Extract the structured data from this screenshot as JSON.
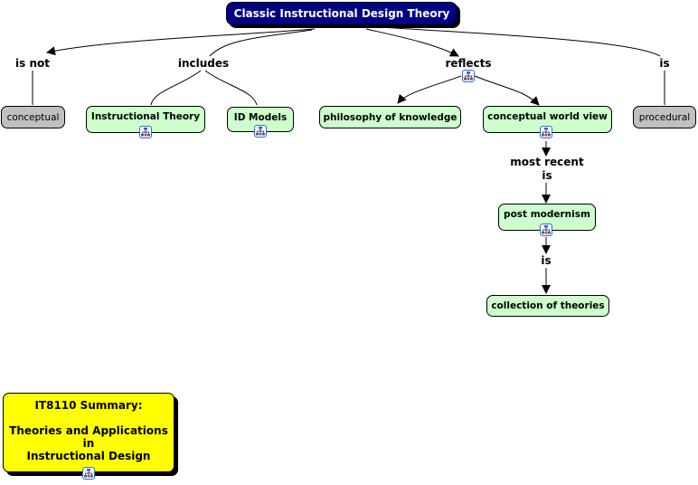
{
  "map": {
    "root": "Classic Instructional Design Theory",
    "concepts": {
      "conceptual": "conceptual",
      "instructional_theory": "Instructional Theory",
      "id_models": "ID Models",
      "philosophy": "philosophy of knowledge",
      "world_view": "conceptual world view",
      "procedural": "procedural",
      "post_modernism": "post modernism",
      "collection": "collection of theories",
      "summary": "IT8110 Summary:\n\nTheories and Applications\nin\nInstructional Design"
    },
    "linking_phrases": {
      "is_not": "is not",
      "includes": "includes",
      "reflects": "reflects",
      "is": "is",
      "most_recent_is": "most recent\nis",
      "is2": "is"
    },
    "icons": [
      "resource-map-icon"
    ],
    "colors": {
      "root_bg": "#000080",
      "concept_bg": "#ccffcc",
      "gray_bg": "#c0c0c0",
      "summary_bg": "#ffff00"
    }
  }
}
